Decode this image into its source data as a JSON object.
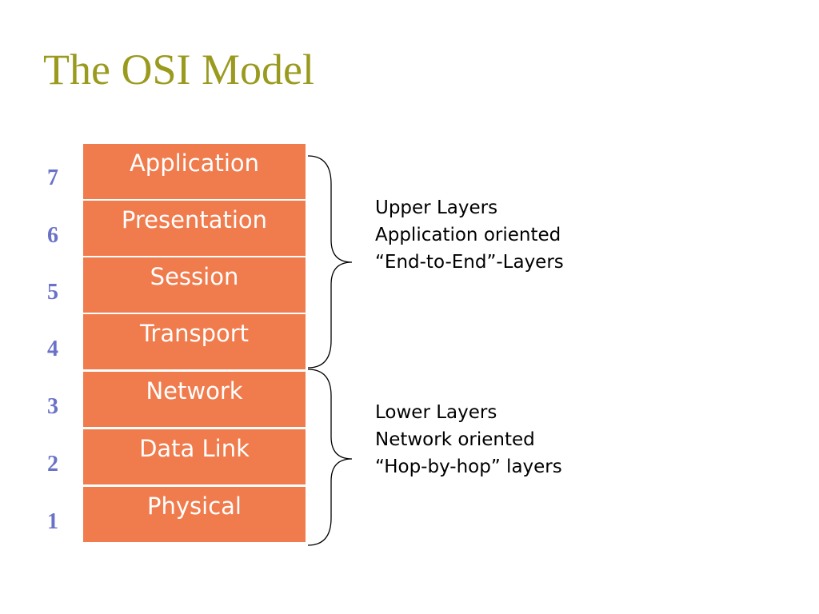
{
  "slide": {
    "title": "The OSI Model",
    "title_color": "#9a9a1f",
    "layer_color": "#f07b4c",
    "number_color": "#6a72c8"
  },
  "layers": [
    {
      "number": "7",
      "name": "Application"
    },
    {
      "number": "6",
      "name": "Presentation"
    },
    {
      "number": "5",
      "name": "Session"
    },
    {
      "number": "4",
      "name": "Transport"
    },
    {
      "number": "3",
      "name": "Network"
    },
    {
      "number": "2",
      "name": "Data Link"
    },
    {
      "number": "1",
      "name": "Physical"
    }
  ],
  "groups": {
    "upper": {
      "lines": [
        "Upper Layers",
        "Application oriented",
        "“End-to-End”-Layers"
      ]
    },
    "lower": {
      "lines": [
        "Lower Layers",
        "Network oriented",
        "“Hop-by-hop” layers"
      ]
    }
  }
}
